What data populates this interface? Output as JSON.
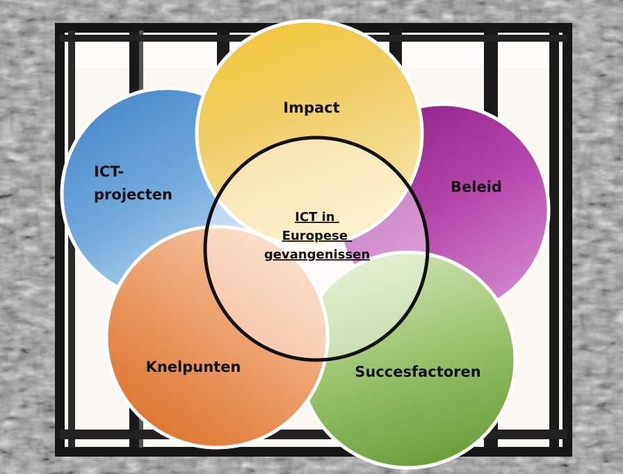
{
  "diagram": {
    "center": {
      "lines": [
        "ICT in",
        "Europese",
        "gevangenissen"
      ]
    },
    "circles": [
      {
        "id": "ict-projecten",
        "lines": [
          "ICT-",
          "projecten"
        ],
        "color": "#4f8fd1"
      },
      {
        "id": "impact",
        "lines": [
          "Impact"
        ],
        "color": "#e8b21a"
      },
      {
        "id": "beleid",
        "lines": [
          "Beleid"
        ],
        "color": "#a3309a"
      },
      {
        "id": "knelpunten",
        "lines": [
          "Knelpunten"
        ],
        "color": "#e4803a"
      },
      {
        "id": "succesfactoren",
        "lines": [
          "Succesfactoren"
        ],
        "color": "#7fb04a"
      }
    ]
  }
}
